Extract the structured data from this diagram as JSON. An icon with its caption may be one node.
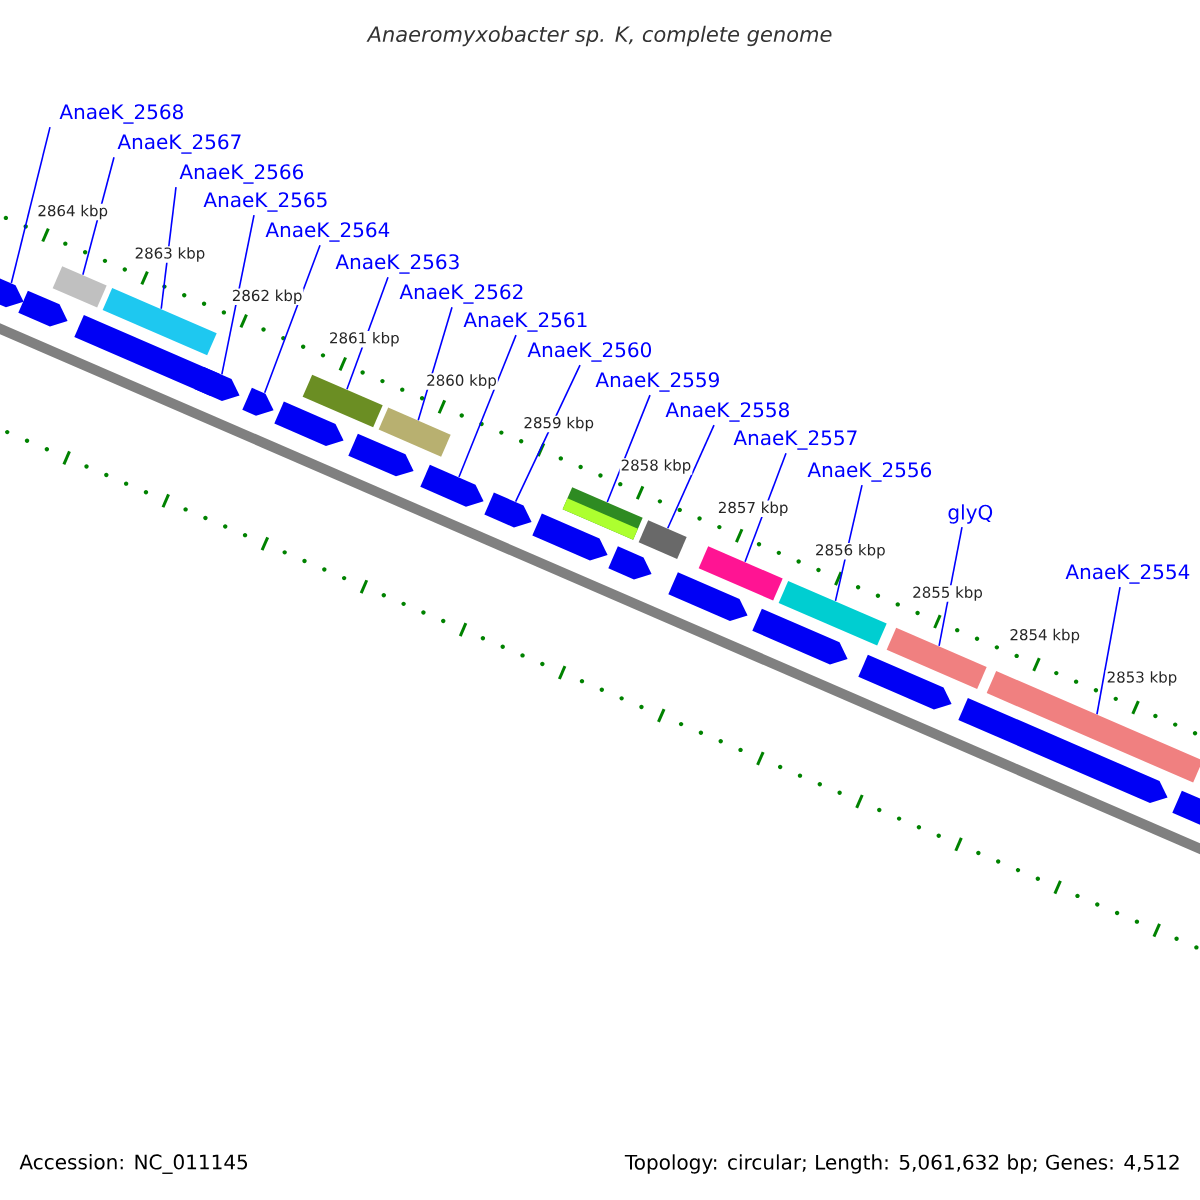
{
  "diagram": {
    "title": "Anaeromyxobacter sp. K, complete genome",
    "nodes": [
      {
        "text": [
          "AnaeK_2568"
        ]
      },
      {
        "text": [
          "AnaeK_2567"
        ]
      },
      {
        "text": [
          "AnaeK_2566"
        ]
      },
      {
        "text": [
          "AnaeK_2565"
        ]
      },
      {
        "text": [
          "AnaeK_2564"
        ]
      },
      {
        "text": [
          "AnaeK_2563"
        ]
      },
      {
        "text": [
          "AnaeK_2562"
        ]
      },
      {
        "text": [
          "AnaeK_2561"
        ]
      },
      {
        "text": [
          "AnaeK_2560"
        ]
      },
      {
        "text": [
          "AnaeK_2559"
        ]
      },
      {
        "text": [
          "AnaeK_2558"
        ]
      },
      {
        "text": [
          "AnaeK_2557"
        ]
      },
      {
        "text": [
          "AnaeK_2556"
        ]
      },
      {
        "text": [
          "glyQ"
        ]
      },
      {
        "text": [
          "AnaeK_2554"
        ]
      },
      {
        "text": [],
        "shape": "arrow"
      },
      {
        "text": [],
        "shape": "arrow"
      },
      {
        "text": [],
        "shape": "bar"
      },
      {
        "text": [],
        "shape": "arrow"
      },
      {
        "text": [],
        "shape": "bar"
      },
      {
        "text": [],
        "shape": "arrow"
      },
      {
        "text": [],
        "shape": "arrow"
      },
      {
        "text": [],
        "shape": "arrow"
      },
      {
        "text": [],
        "shape": "bar"
      },
      {
        "text": [],
        "shape": "arrow"
      },
      {
        "text": [],
        "shape": "bar"
      },
      {
        "text": [],
        "shape": "arrow"
      },
      {
        "text": [],
        "shape": "arrow"
      },
      {
        "text": [],
        "shape": "arrow"
      },
      {
        "text": [],
        "shape": "bar"
      },
      {
        "text": [],
        "shape": "arrow"
      },
      {
        "text": [],
        "shape": "bar"
      },
      {
        "text": [],
        "shape": "arrow"
      },
      {
        "text": [],
        "shape": "bar"
      },
      {
        "text": [],
        "shape": "arrow"
      },
      {
        "text": [],
        "shape": "bar"
      },
      {
        "text": [],
        "shape": "arrow"
      },
      {
        "text": [],
        "shape": "bar"
      },
      {
        "text": [],
        "shape": "arrow"
      },
      {
        "text": [],
        "shape": "bar"
      },
      {
        "text": [],
        "shape": "arrow"
      }
    ],
    "edges": [
      {
        "from": 0,
        "to": 15,
        "arrow": "none"
      },
      {
        "from": 1,
        "to": 17,
        "arrow": "none"
      },
      {
        "from": 2,
        "to": 19,
        "arrow": "none"
      },
      {
        "from": 3,
        "to": 20,
        "arrow": "none"
      },
      {
        "from": 4,
        "to": 21,
        "arrow": "none"
      },
      {
        "from": 5,
        "to": 23,
        "arrow": "none"
      },
      {
        "from": 6,
        "to": 25,
        "arrow": "none"
      },
      {
        "from": 7,
        "to": 26,
        "arrow": "none"
      },
      {
        "from": 8,
        "to": 27,
        "arrow": "none"
      },
      {
        "from": 9,
        "to": 29,
        "arrow": "none"
      },
      {
        "from": 10,
        "to": 31,
        "arrow": "none"
      },
      {
        "from": 11,
        "to": 33,
        "arrow": "none"
      },
      {
        "from": 12,
        "to": 35,
        "arrow": "none"
      },
      {
        "from": 13,
        "to": 37,
        "arrow": "none"
      },
      {
        "from": 14,
        "to": 39,
        "arrow": "none"
      }
    ],
    "labels": [
      "2864 kbp",
      "2863 kbp",
      "2862 kbp",
      "2861 kbp",
      "2860 kbp",
      "2859 kbp",
      "2858 kbp",
      "2857 kbp",
      "2856 kbp",
      "2855 kbp",
      "2854 kbp",
      "2853 kbp",
      "Accession: NC_011145",
      "Topology: circular; Length: 5,061,632 bp; Genes: 4,512"
    ]
  }
}
